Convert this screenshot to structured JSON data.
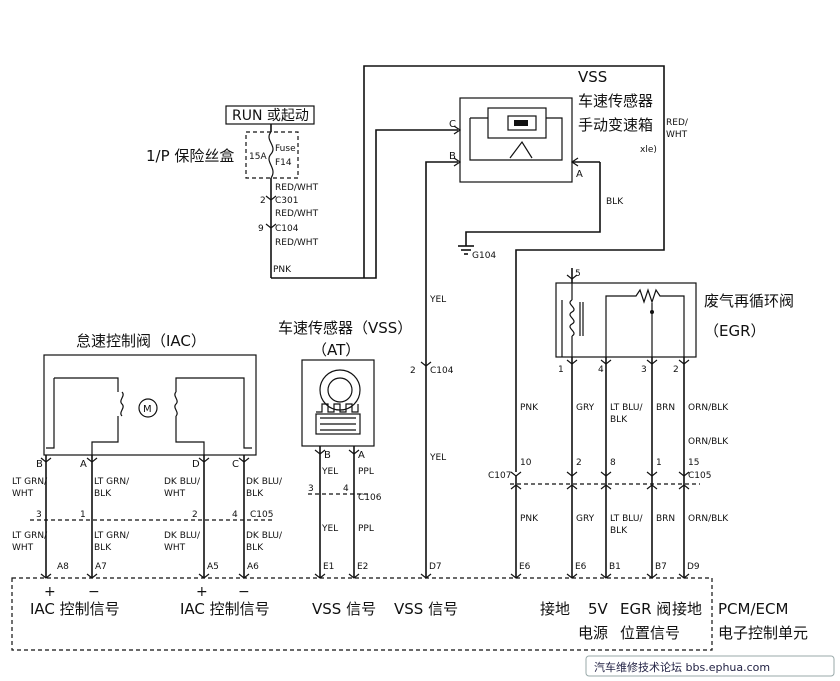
{
  "run_label": "RUN 或起动",
  "fuse_box_label": "1/P 保险丝盒",
  "fuse": {
    "amp": "15A",
    "name1": "Fuse",
    "name2": "F14"
  },
  "vss_mt": {
    "title1": "VSS",
    "title2": "车速传感器",
    "title3": "手动变速箱",
    "note": "xle)"
  },
  "vss_mt_pins": {
    "c": "C",
    "b": "B",
    "a": "A"
  },
  "wires": {
    "red_wht": "RED/WHT",
    "red_wht_side1": "RED/",
    "red_wht_side2": "WHT",
    "pnk": "PNK",
    "blk": "BLK",
    "yel": "YEL",
    "ppl": "PPL",
    "gry": "GRY",
    "lt_blu": "LT BLU/",
    "blk2": "BLK",
    "brn": "BRN",
    "orn_blk": "ORN/BLK",
    "lt_grn": "LT GRN/",
    "wht": "WHT",
    "dk_blu": "DK BLU/"
  },
  "connectors": {
    "c301": "C301",
    "c104": "C104",
    "c104b": "C104",
    "c106": "C106",
    "c105": "C105",
    "c105b": "C105",
    "c107": "C107",
    "g104": "G104"
  },
  "pin_numbers": {
    "p2": "2",
    "p9": "9",
    "p2b": "2",
    "p3": "3",
    "p4": "4",
    "p5": "5",
    "p1": "1",
    "p4b": "4",
    "p3b": "3",
    "p2c": "2",
    "p10": "10",
    "p2d": "2",
    "p8": "8",
    "p1b": "1",
    "p15": "15",
    "iac3": "3",
    "iac1": "1",
    "iac2": "2",
    "iac4": "4"
  },
  "egr": {
    "title1": "废气再循环阀",
    "title2": "（EGR）"
  },
  "iac": {
    "title": "怠速控制阀（IAC）",
    "pins": [
      "B",
      "A",
      "D",
      "C"
    ],
    "motor": "M"
  },
  "vss_at": {
    "title1": "车速传感器（VSS）",
    "title2": "（AT）",
    "pin_b": "B",
    "pin_a": "A"
  },
  "pcm_pins": [
    "A8",
    "A7",
    "A5",
    "A6",
    "E1",
    "E2",
    "D7",
    "E6",
    "E6",
    "B1",
    "B7",
    "D9"
  ],
  "signals": {
    "plus": "+",
    "minus": "−",
    "iac1": "IAC 控制信号",
    "iac2": "IAC 控制信号",
    "vss1": "VSS 信号",
    "vss2": "VSS 信号",
    "gnd1": "接地",
    "v5": "5V",
    "power": "电源",
    "egr": "EGR 阀",
    "pos": "位置信号",
    "gnd2": "接地"
  },
  "pcm": {
    "line1": "PCM/ECM",
    "line2": "电子控制单元"
  },
  "watermark": "汽车维修技术论坛 bbs.ephua.com"
}
